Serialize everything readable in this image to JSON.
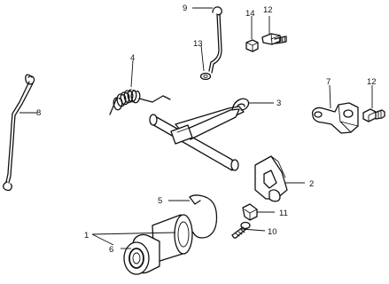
{
  "callouts": {
    "c1": "1",
    "c2": "2",
    "c3": "3",
    "c4": "4",
    "c5": "5",
    "c6": "6",
    "c7": "7",
    "c8": "8",
    "c9": "9",
    "c10": "10",
    "c11": "11",
    "c12a": "12",
    "c12b": "12",
    "c13": "13",
    "c14": "14"
  }
}
